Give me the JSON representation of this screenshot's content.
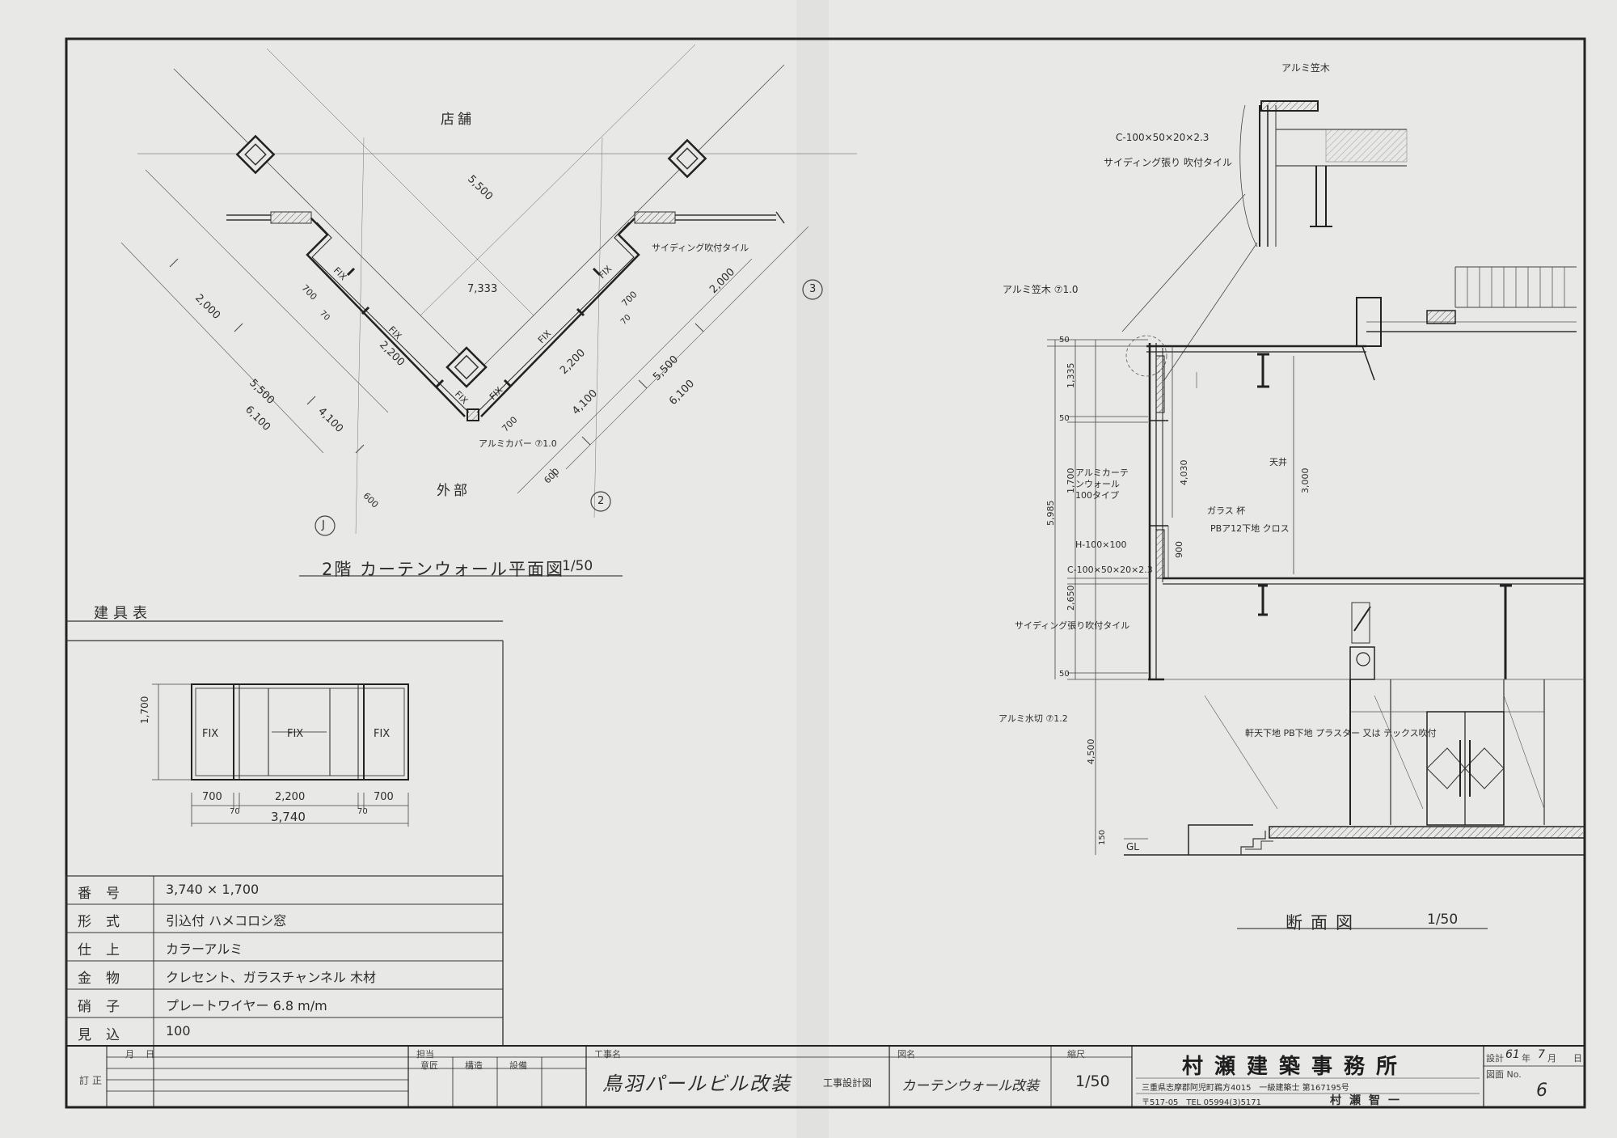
{
  "plan": {
    "top_label": "店舗",
    "bottom_label": "外部",
    "title": "2階 カーテンウォール平面図",
    "scale": "1/50",
    "grid_3": "3",
    "grid_2": "2",
    "grid_j": "J",
    "dims": {
      "d5500_top": "5,500",
      "d7333": "7,333",
      "d2000_l": "2,000",
      "d2000_r": "2,000",
      "d5500_l": "5,500",
      "d6100_l": "6,100",
      "d5500_r": "5,500",
      "d6100_r": "6,100",
      "d2200_l": "2,200",
      "d2200_r": "2,200",
      "d4100_l": "4,100",
      "d4100_r": "4,100",
      "d700_a": "700",
      "d700_b": "700",
      "d700_c": "700",
      "d70_a": "70",
      "d70_b": "70",
      "d600_l": "600",
      "d600_r": "600",
      "fix_1": "FIX",
      "fix_2": "FIX",
      "fix_3": "FIX",
      "fix_4": "FIX",
      "fix_5": "FIX",
      "fix_6": "FIX",
      "note_siding": "サイディング吹付タイル",
      "note_alcover": "アルミカバー ⑦1.0"
    }
  },
  "schedule": {
    "title": "建具表",
    "elevation": {
      "height": "1,700",
      "fix_l": "FIX",
      "fix_c": "FIX",
      "fix_r": "FIX",
      "w700_l": "700",
      "w2200": "2,200",
      "w700_r": "700",
      "w70_l": "70",
      "w70_r": "70",
      "total": "3,740"
    },
    "rows": [
      {
        "key": "番号",
        "value": "3,740 × 1,700"
      },
      {
        "key": "形式",
        "value": "引込付 ハメコロシ窓"
      },
      {
        "key": "仕上",
        "value": "カラーアルミ"
      },
      {
        "key": "金物",
        "value": "クレセント、ガラスチャンネル 木材"
      },
      {
        "key": "硝子",
        "value": "プレートワイヤー 6.8 m/m"
      },
      {
        "key": "見込",
        "value": "100"
      }
    ]
  },
  "section": {
    "title": "断面図",
    "scale": "1/50",
    "notes": {
      "alum_kasagi": "アルミ笠木",
      "channel": "C-100×50×20×2.3",
      "siding": "サイディング張り 吹付タイル",
      "alum_kasagi2": "アルミ笠木 ⑦1.0",
      "tenjo": "天井",
      "alum_curtain": "アルミカーテンウォール 100タイプ",
      "glass": "ガラス 杯",
      "pb": "PBア12下地 クロス",
      "hbeam": "H-100×100",
      "channel2": "C-100×50×20×2.3",
      "siding2": "サイディング張り吹付タイル",
      "alum_mizukiri": "アルミ水切 ⑦1.2",
      "kaiten": "軒天下地 PB下地 プラスター 又は テックス吹付",
      "gl": "GL"
    },
    "dims": {
      "d50_a": "50",
      "d1335": "1,335",
      "d50_b": "50",
      "d1700": "1,700",
      "d5985": "5,985",
      "d4030": "4,030",
      "d3000": "3,000",
      "d900": "900",
      "d2650": "2,650",
      "d50_c": "50",
      "d4500": "4,500",
      "d150": "150"
    }
  },
  "title_block": {
    "revision_label": "訂正",
    "month": "月",
    "day": "日",
    "charge_label": "担当",
    "design_label": "意匠",
    "structure_label": "構造",
    "equipment_label": "設備",
    "project_label": "工事名",
    "project_name": "鳥羽パールビル改装",
    "drawing_type": "工事設計図",
    "drawing_name_label": "図名",
    "drawing_name": "カーテンウォール改装",
    "scale_label": "縮尺",
    "scale": "1/50",
    "office": "村瀬建築事務所",
    "address": "三重県志摩郡阿児町鵜方4015　一級建築士 第167195号",
    "phone": "〒517-05　TEL 05994(3)5171",
    "architect": "村瀬智一",
    "design_date_label": "設計",
    "design_year": "61",
    "year_unit": "年",
    "design_month": "7",
    "month_unit": "月",
    "day_unit": "日",
    "sheet_no_label": "図面 No.",
    "sheet_no": "6"
  }
}
